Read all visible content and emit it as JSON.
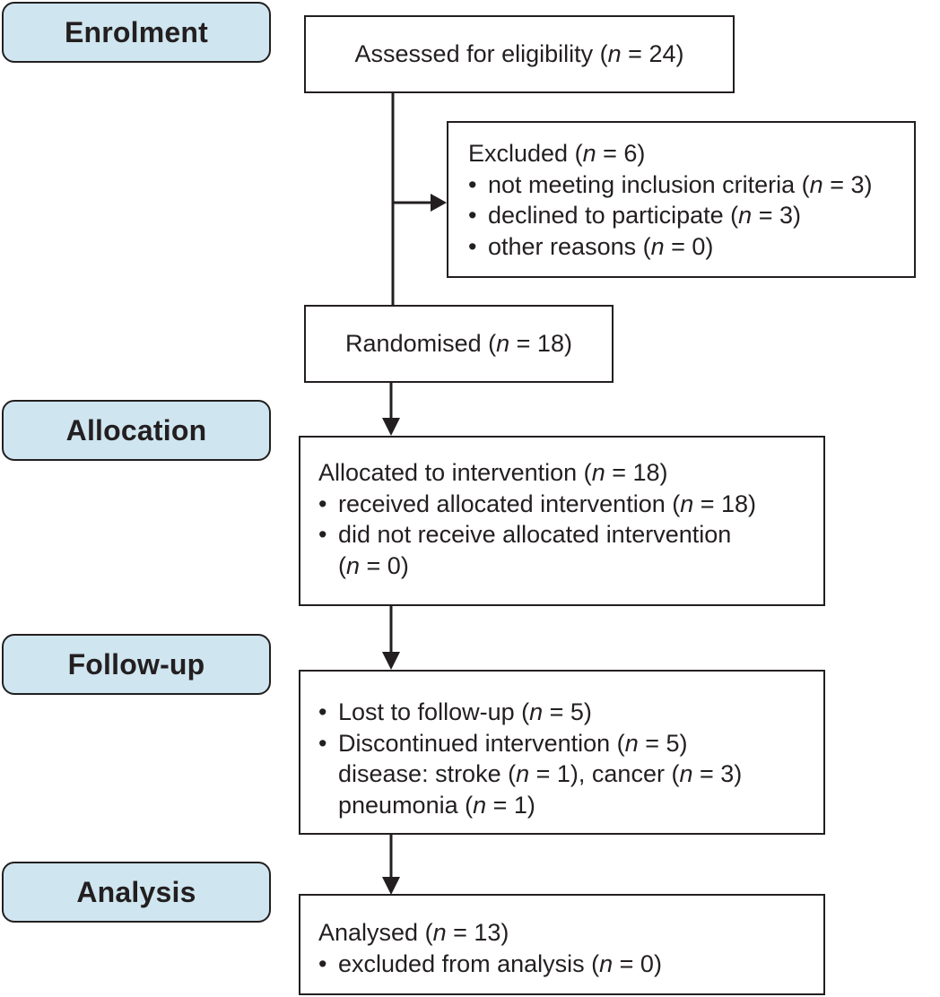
{
  "stages": {
    "enrolment": "Enrolment",
    "allocation": "Allocation",
    "follow_up": "Follow-up",
    "analysis": "Analysis"
  },
  "assessed": {
    "pre": "Assessed for eligibility (",
    "n": "n",
    "post": " = 24)"
  },
  "excluded": {
    "title": {
      "pre": "Excluded (",
      "n": "n",
      "post": " = 6)"
    },
    "items": [
      {
        "pre": "not meeting inclusion criteria (",
        "n": "n",
        "post": " = 3)"
      },
      {
        "pre": "declined to participate (",
        "n": "n",
        "post": " = 3)"
      },
      {
        "pre": "other reasons (",
        "n": "n",
        "post": " = 0)"
      }
    ]
  },
  "randomised": {
    "pre": "Randomised (",
    "n": "n",
    "post": " = 18)"
  },
  "allocated": {
    "title": {
      "pre": "Allocated to intervention (",
      "n": "n",
      "post": " = 18)"
    },
    "items": [
      {
        "pre": "received allocated intervention (",
        "n": "n",
        "post": " = 18)"
      },
      {
        "pre": "did not receive allocated intervention",
        "pre2": "(",
        "n": "n",
        "post": " = 0)"
      }
    ]
  },
  "followup": {
    "items": [
      {
        "pre": "Lost to follow-up (",
        "n": "n",
        "post": " = 5)"
      },
      {
        "pre": "Discontinued intervention (",
        "n": "n",
        "post": " = 5)"
      }
    ],
    "details": [
      {
        "a": "disease: stroke (",
        "n1": "n",
        "b": " = 1), cancer (",
        "n2": "n",
        "c": " = 3)"
      },
      {
        "a": "pneumonia (",
        "n1": "n",
        "b": " = 1)"
      }
    ]
  },
  "analysed": {
    "title": {
      "pre": "Analysed (",
      "n": "n",
      "post": " = 13)"
    },
    "items": [
      {
        "pre": "excluded from analysis (",
        "n": "n",
        "post": " = 0)"
      }
    ]
  },
  "colors": {
    "stage_fill": "#cfe5ef",
    "stroke": "#231f20"
  }
}
